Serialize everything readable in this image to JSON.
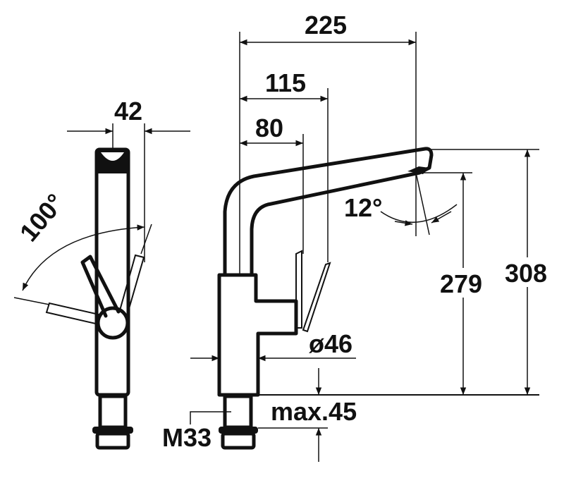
{
  "drawing": {
    "front_view": {
      "width_label": "42",
      "lever_angle_label": "100°"
    },
    "side_view": {
      "reach_label": "225",
      "lever_reach_label": "115",
      "lever_offset_label": "80",
      "spout_tilt_label": "12°",
      "outlet_height_label": "279",
      "total_height_label": "308",
      "body_diameter_label": "ø46",
      "max_thickness_label": "max.45",
      "thread_label": "M33"
    }
  }
}
